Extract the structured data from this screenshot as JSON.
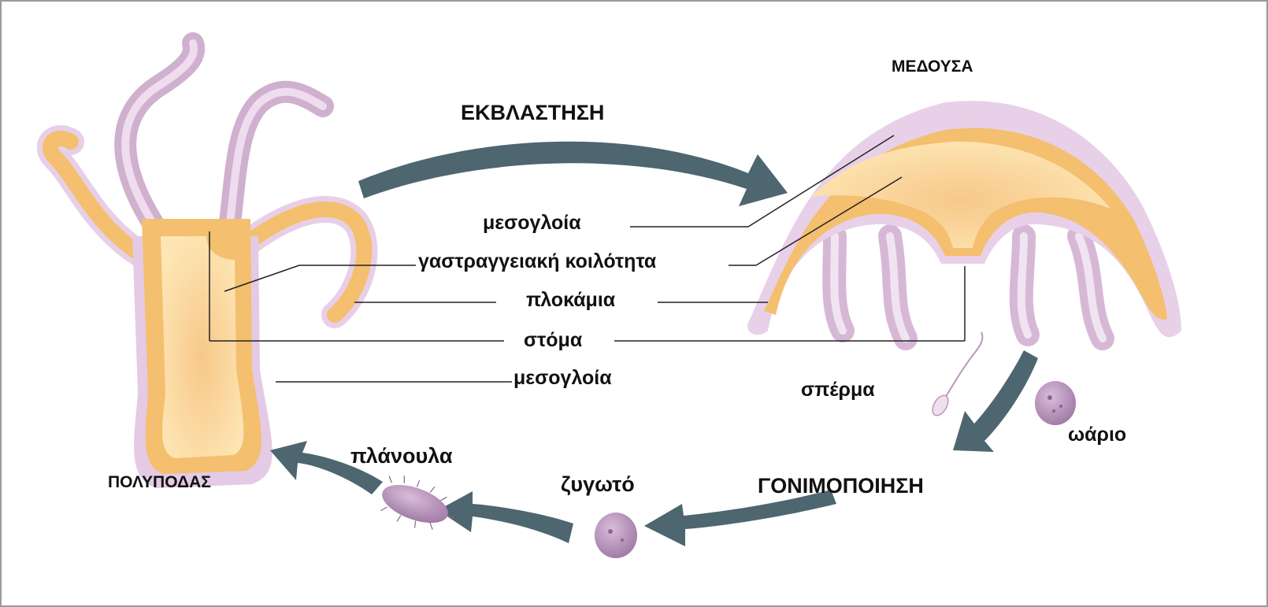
{
  "title_stage": {
    "budding": "ΕΚΒΛΑΣΤΗΣΗ",
    "medusa": "ΜΕΔΟΥΣΑ",
    "polyp": "ΠΟΛΥΠΟΔΑΣ",
    "fertilization": "ΓΟΝΙΜΟΠΟΙΗΣΗ"
  },
  "parts": {
    "mesoglea_top": "μεσογλοία",
    "gastrovascular": "γαστραγγειακή κοιλότητα",
    "tentacles": "πλοκάμια",
    "mouth": "στόμα",
    "mesoglea_bottom": "μεσογλοία"
  },
  "cells": {
    "sperm": "σπέρμα",
    "egg": "ωάριο",
    "zygote": "ζυγωτό",
    "planula": "πλάνουλα"
  },
  "colors": {
    "outer_layer": "#e2c8e2",
    "tissue": "#f4bf6e",
    "cavity": "#fbe1a8",
    "arrow": "#4d6670",
    "leader": "#222222"
  }
}
